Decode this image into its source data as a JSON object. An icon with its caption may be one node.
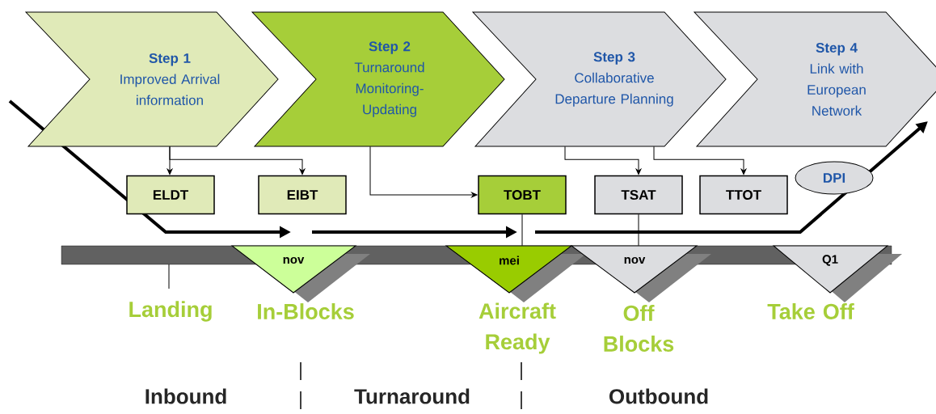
{
  "diagram": {
    "nodes": [
      {
        "text": [
          "Step 1",
          "Improved Arrival information"
        ]
      },
      {
        "text": [
          "Step 2",
          "Turnaround Monitoring-Updating"
        ]
      },
      {
        "text": [
          "Step 3",
          "Collaborative Departure Planning"
        ]
      },
      {
        "text": [
          "Step 4",
          "Link with European Network"
        ]
      },
      {
        "text": [
          "ELDT"
        ]
      },
      {
        "text": [
          "EIBT"
        ]
      },
      {
        "text": [
          "TOBT"
        ]
      },
      {
        "text": [
          "TSAT"
        ]
      },
      {
        "text": [
          "TTOT"
        ]
      },
      {
        "text": [
          "DPI"
        ]
      },
      {
        "text": [
          "nov"
        ]
      },
      {
        "text": [
          "mei"
        ]
      },
      {
        "text": [
          "nov"
        ]
      },
      {
        "text": [
          "Q1"
        ]
      },
      {
        "text": [],
        "shape": "bar"
      }
    ],
    "edges": [
      {
        "from": 0,
        "to": 4,
        "arrow": "to"
      },
      {
        "from": 0,
        "to": 5,
        "arrow": "to"
      },
      {
        "from": 1,
        "to": 6,
        "arrow": "to"
      },
      {
        "from": 2,
        "to": 7,
        "arrow": "to"
      },
      {
        "from": 2,
        "to": 8,
        "arrow": "to"
      },
      {
        "from": 6,
        "to": 14,
        "arrow": "none"
      },
      {
        "from": 7,
        "to": 14,
        "arrow": "none"
      }
    ],
    "labels": [
      "Landing",
      "In-Blocks",
      "Aircraft Ready",
      "Off Blocks",
      "Take Off",
      "Inbound",
      "Turnaround",
      "Outbound"
    ]
  }
}
